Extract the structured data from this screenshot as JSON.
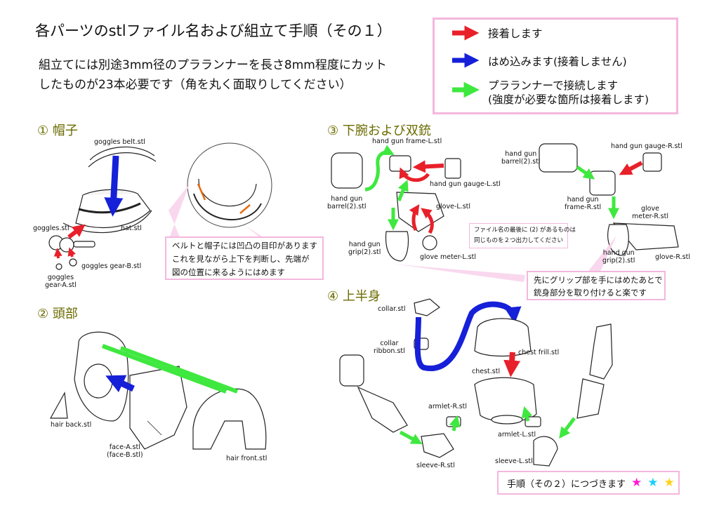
{
  "title": "各パーツのstlファイル名および組立て手順（その１）",
  "intro": {
    "line1": "組立てには別途3mm径のプラランナーを長さ8mm程度にカット",
    "line2": "したものが23本必要です（角を丸く面取りしてください）"
  },
  "legend": {
    "items": [
      {
        "text": "接着します",
        "color": "#e8202a"
      },
      {
        "text": "はめ込みます(接着しません)",
        "color": "#1620d8"
      },
      {
        "text_line1": "プラランナーで接続します",
        "text_line2": "(強度が必要な箇所は接着します)",
        "color": "#3fe83f"
      }
    ]
  },
  "sections": {
    "s1": "① 帽子",
    "s2": "② 頭部",
    "s3": "③ 下腕および双銃",
    "s4": "④ 上半身"
  },
  "hat": {
    "labels": {
      "goggles_belt": "goggles belt.stl",
      "hat": "hat.stl",
      "goggles": "goggles.stl",
      "goggles_gear_b": "goggles gear-B.stl",
      "goggles_gear_a_1": "goggles",
      "goggles_gear_a_2": "gear-A.stl"
    },
    "note": {
      "line1": "ベルトと帽子には凹凸の目印があります",
      "line2": "これを見ながら上下を判断し、先端が",
      "line3": "図の位置に来るようにはめます"
    }
  },
  "head": {
    "labels": {
      "hair_back": "hair back.stl",
      "face_a": "face-A.stl",
      "face_b": "(face-B.stl)",
      "hair_front": "hair front.stl"
    }
  },
  "arms": {
    "labels": {
      "frame_l": "hand gun frame-L.stl",
      "barrel_l_1": "hand gun",
      "barrel_l_2": "barrel(2).stl",
      "gauge_l": "hand gun gauge-L.stl",
      "glove_l": "glove-L.stl",
      "grip_l_1": "hand gun",
      "grip_l_2": "grip(2).stl",
      "meter_l": "glove meter-L.stl",
      "barrel_r_1": "hand gun",
      "barrel_r_2": "barrel(2).stl",
      "gauge_r": "hand gun gauge-R.stl",
      "frame_r_1": "hand gun",
      "frame_r_2": "frame-R.stl",
      "meter_r_1": "glove",
      "meter_r_2": "meter-R.stl",
      "grip_r_1": "hand gun",
      "grip_r_2": "grip(2).stl",
      "glove_r": "glove-R.stl"
    },
    "note_small": {
      "line1": "ファイル名の最後に (2) があるものは",
      "line2": "同じものを２つ出力してください"
    },
    "note": {
      "line1": "先にグリップ部を手にはめたあとで",
      "line2": "銃身部分を取り付けると楽です"
    }
  },
  "body": {
    "labels": {
      "collar": "collar.stl",
      "ribbon_1": "collar",
      "ribbon_2": "ribbon.stl",
      "chest_frill": "chest frill.stl",
      "chest": "chest.stl",
      "armlet_r": "armlet-R.stl",
      "armlet_l": "armlet-L.stl",
      "sleeve_r": "sleeve-R.stl",
      "sleeve_l": "sleeve-L.stl"
    }
  },
  "footer": {
    "text": "手順（その２）につづきます",
    "star_colors": [
      "#ff1ad6",
      "#1ad0ff",
      "#ffd21a"
    ]
  },
  "colors": {
    "red": "#e8202a",
    "blue": "#1620d8",
    "green": "#3fe83f",
    "pink": "#f4b7dd",
    "olive": "#6b6b00"
  }
}
